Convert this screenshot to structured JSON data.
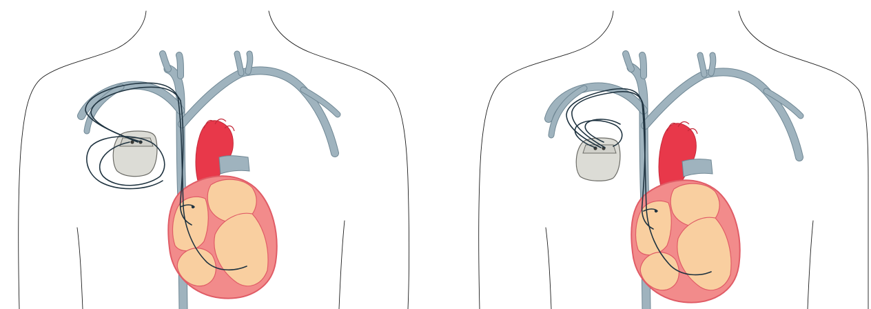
{
  "figure": {
    "panels": [
      {
        "id": "left",
        "variant": "coiled lead loops around device"
      },
      {
        "id": "right",
        "variant": "lead loops above device"
      }
    ],
    "colors": {
      "vein": "#9fb3be",
      "vein_edge": "#6f8794",
      "lead": "#1f3340",
      "aorta": "#e8384a",
      "heart_wall": "#f28b8b",
      "heart_wall_edge": "#e05c66",
      "heart_chamber": "#f9cfa0",
      "device": "#dcdcd6",
      "device_edge": "#6b6b66",
      "body_outline": "#1a1a1a"
    },
    "icons": [
      "torso-outline",
      "vein-tree",
      "heart",
      "pacemaker-device",
      "pacing-lead"
    ]
  }
}
